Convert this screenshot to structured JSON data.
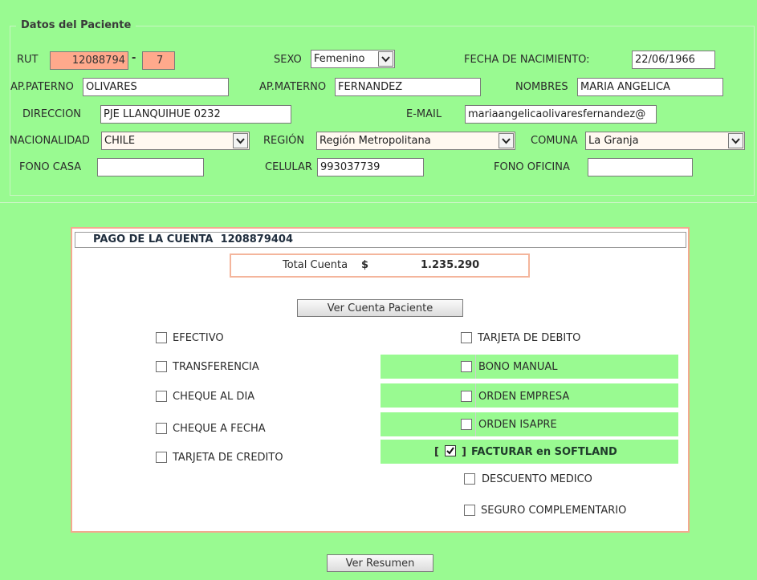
{
  "patient": {
    "legend": "Datos del Paciente",
    "rut_label": "RUT",
    "rut_number": "12088794",
    "rut_dash": "-",
    "rut_dv": "7",
    "sexo_label": "SEXO",
    "sexo_value": "Femenino",
    "fecha_label": "FECHA DE NACIMIENTO:",
    "fecha_value": "22/06/1966",
    "ap_paterno_label": "AP.PATERNO",
    "ap_paterno_value": "OLIVARES",
    "ap_materno_label": "AP.MATERNO",
    "ap_materno_value": "FERNANDEZ",
    "nombres_label": "NOMBRES",
    "nombres_value": "MARIA ANGELICA",
    "direccion_label": "DIRECCION",
    "direccion_value": "PJE LLANQUIHUE 0232",
    "email_label": "E-MAIL",
    "email_value": "mariaangelicaolivaresfernandez@",
    "nacionalidad_label": "NACIONALIDAD",
    "nacionalidad_value": "CHILE",
    "region_label": "REGIÓN",
    "region_value": "Región Metropolitana",
    "comuna_label": "COMUNA",
    "comuna_value": "La Granja",
    "fono_casa_label": "FONO CASA",
    "fono_casa_value": "",
    "celular_label": "CELULAR",
    "celular_value": "993037739",
    "fono_oficina_label": "FONO OFICINA",
    "fono_oficina_value": ""
  },
  "payment": {
    "header_label": "PAGO DE LA CUENTA",
    "account_number": "1208879404",
    "total_label": "Total Cuenta",
    "currency": "$",
    "total_value": "1.235.290",
    "ver_cuenta_button": "Ver Cuenta Paciente",
    "left_options": [
      {
        "label": "EFECTIVO",
        "checked": false
      },
      {
        "label": "TRANSFERENCIA",
        "checked": false
      },
      {
        "label": "CHEQUE AL DIA",
        "checked": false
      },
      {
        "label": "CHEQUE A FECHA",
        "checked": false
      },
      {
        "label": "TARJETA DE CREDITO",
        "checked": false
      }
    ],
    "right_options": [
      {
        "label": "TARJETA DE DEBITO",
        "checked": false
      },
      {
        "label": "BONO MANUAL",
        "checked": false
      },
      {
        "label": "ORDEN EMPRESA",
        "checked": false
      },
      {
        "label": "ORDEN ISAPRE",
        "checked": false
      }
    ],
    "softland_open": "[",
    "softland_close": "]",
    "softland_label": "FACTURAR en SOFTLAND",
    "softland_checked": true,
    "descuento_label": "DESCUENTO MEDICO",
    "seguro_label": "SEGURO COMPLEMENTARIO"
  },
  "footer": {
    "ver_resumen_button": "Ver Resumen"
  },
  "colors": {
    "background": "#99fa91",
    "rut_field": "#ffa98c",
    "panel_border": "#f4a98f"
  }
}
